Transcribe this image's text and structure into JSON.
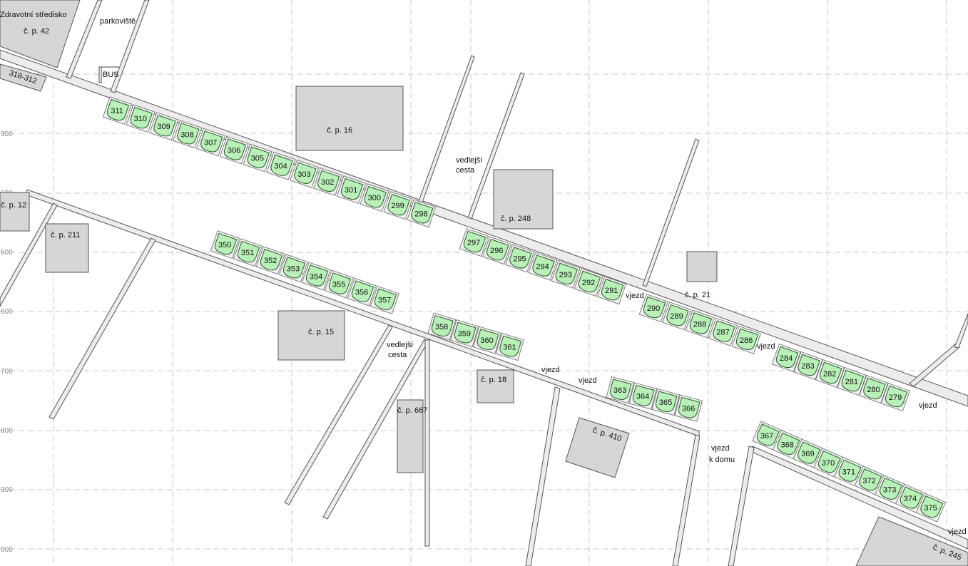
{
  "map": {
    "grid_labels": [
      "300",
      "600",
      "500",
      "600",
      "700",
      "800",
      "900",
      "000"
    ],
    "buildings": [
      {
        "id": "b42",
        "label": "č. p. 42"
      },
      {
        "id": "b16",
        "label": "č. p. 16"
      },
      {
        "id": "b248",
        "label": "č. p. 248"
      },
      {
        "id": "b12",
        "label": "č. p. 12"
      },
      {
        "id": "b211",
        "label": "č. p. 211"
      },
      {
        "id": "b21",
        "label": "č. p. 21"
      },
      {
        "id": "b15",
        "label": "č. p. 15"
      },
      {
        "id": "b18",
        "label": "č. p. 18"
      },
      {
        "id": "b667",
        "label": "č. p. 667"
      },
      {
        "id": "b410",
        "label": "č. p. 410"
      },
      {
        "id": "b245",
        "label": "č. p. 245"
      },
      {
        "id": "b318",
        "label": "318-312"
      }
    ],
    "labels": {
      "zdravotni": "Zdravotní středisko",
      "parkoviste": "parkoviště",
      "bus": "BUS",
      "vedlejsi_cesta_1_a": "vedlejší",
      "vedlejsi_cesta_1_b": "cesta",
      "vedlejsi_cesta_2_a": "vedlejší",
      "vedlejsi_cesta_2_b": "cesta",
      "vjezd_1": "vjezd",
      "vjezd_2": "vjezd",
      "vjezd_3": "vjezd",
      "vjezd_4": "vjezd",
      "vjezd_5": "vjezd",
      "vjezd_6": "vjezd",
      "vjezd_k_domu_a": "vjezd",
      "vjezd_k_domu_b": "k domu"
    },
    "seat_rows": [
      {
        "name": "row-upper-left",
        "seats": [
          "311",
          "310",
          "309",
          "308",
          "307",
          "306",
          "305",
          "304",
          "303",
          "302",
          "301",
          "300",
          "299",
          "298"
        ]
      },
      {
        "name": "row-upper-mid",
        "seats": [
          "297",
          "296",
          "295",
          "294",
          "293",
          "292",
          "291"
        ]
      },
      {
        "name": "row-upper-right-a",
        "seats": [
          "290",
          "289",
          "288",
          "287",
          "286"
        ]
      },
      {
        "name": "row-upper-right-b",
        "seats": [
          "284",
          "283",
          "282",
          "281",
          "280",
          "279"
        ]
      },
      {
        "name": "row-lower-left",
        "seats": [
          "350",
          "351",
          "352",
          "353",
          "354",
          "355",
          "356",
          "357"
        ]
      },
      {
        "name": "row-lower-mid",
        "seats": [
          "358",
          "359",
          "360",
          "361"
        ]
      },
      {
        "name": "row-lower-right",
        "seats": [
          "363",
          "364",
          "365",
          "366"
        ]
      },
      {
        "name": "row-bottom-right",
        "seats": [
          "367",
          "368",
          "369",
          "370",
          "371",
          "372",
          "373",
          "374",
          "375"
        ]
      }
    ],
    "colors": {
      "seat_fill": "#b8f0b8",
      "seat_stroke": "#2c5a2c",
      "building_fill": "#d6d6d6",
      "road_fill": "#ececec"
    }
  }
}
